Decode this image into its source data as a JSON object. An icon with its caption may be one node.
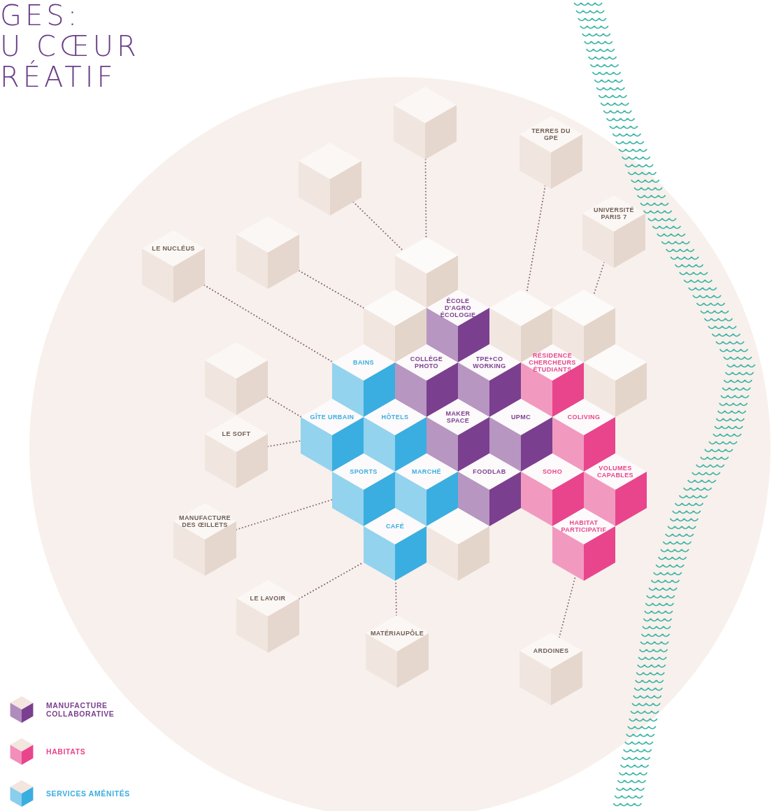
{
  "diagram": {
    "title": "GES: U CŒUR RÉATIF",
    "nodes": [
      {
        "text": [],
        "shape": "box"
      },
      {
        "text": [
          "TERRES DU GPE"
        ]
      },
      {
        "text": [],
        "shape": "box"
      },
      {
        "text": [
          "UNIVERSITÉ PARIS 7"
        ]
      },
      {
        "text": [],
        "shape": "box"
      },
      {
        "text": [
          "LE NUCLÉUS"
        ]
      },
      {
        "text": [],
        "shape": "box"
      },
      {
        "text": [],
        "shape": "box"
      },
      {
        "text": [
          "ÉCOLE D'AGRO ÉCOLOGIE"
        ]
      },
      {
        "text": [],
        "shape": "box"
      },
      {
        "text": [],
        "shape": "box"
      },
      {
        "text": [],
        "shape": "box"
      },
      {
        "text": [
          "BAINS"
        ]
      },
      {
        "text": [
          "COLLÈGE PHOTO"
        ]
      },
      {
        "text": [
          "TPE+CO WORKING"
        ]
      },
      {
        "text": [
          "RÉSIDENCE CHERCHEURS ÉTUDIANTS"
        ]
      },
      {
        "text": [],
        "shape": "box"
      },
      {
        "text": [
          "GÎTE URBAIN"
        ]
      },
      {
        "text": [
          "HÔTELS"
        ]
      },
      {
        "text": [
          "MAKER SPACE"
        ]
      },
      {
        "text": [
          "UPMC"
        ]
      },
      {
        "text": [
          "COLIVING"
        ]
      },
      {
        "text": [
          "LE SOFT"
        ]
      },
      {
        "text": [
          "SPORTS"
        ]
      },
      {
        "text": [
          "MARCHÉ"
        ]
      },
      {
        "text": [
          "FOODLAB"
        ]
      },
      {
        "text": [
          "SOHO"
        ]
      },
      {
        "text": [
          "VOLUMES CAPABLES"
        ]
      },
      {
        "text": [
          "MANUFACTURE DES ŒILLETS"
        ]
      },
      {
        "text": [
          "CAFÉ"
        ]
      },
      {
        "text": [],
        "shape": "box"
      },
      {
        "text": [
          "HABITAT PARTICIPATIF"
        ]
      },
      {
        "text": [
          "LE LAVOIR"
        ]
      },
      {
        "text": [
          "MATÉRIAUPÔLE"
        ]
      },
      {
        "text": [
          "ARDOINES"
        ]
      }
    ],
    "edges": [
      {
        "from": 0,
        "to": 6,
        "arrow": "none"
      },
      {
        "from": 2,
        "to": 6,
        "arrow": "none"
      },
      {
        "from": 4,
        "to": 7,
        "arrow": "none"
      },
      {
        "from": 5,
        "to": 12,
        "arrow": "none"
      },
      {
        "from": 1,
        "to": 9,
        "arrow": "none"
      },
      {
        "from": 3,
        "to": 10,
        "arrow": "none"
      },
      {
        "from": 11,
        "to": 17,
        "arrow": "none"
      },
      {
        "from": 22,
        "to": 17,
        "arrow": "none"
      },
      {
        "from": 28,
        "to": 23,
        "arrow": "none"
      },
      {
        "from": 32,
        "to": 29,
        "arrow": "none"
      },
      {
        "from": 33,
        "to": 29,
        "arrow": "none"
      },
      {
        "from": 34,
        "to": 31,
        "arrow": "none"
      }
    ],
    "legend": [
      {
        "text": "MANUFACTURE COLLABORATIVE",
        "color": "#7b3f8f"
      },
      {
        "text": "HABITATS",
        "color": "#e8458c"
      },
      {
        "text": "SERVICES AMÉNITÉS",
        "color": "#3aaee0"
      }
    ]
  }
}
